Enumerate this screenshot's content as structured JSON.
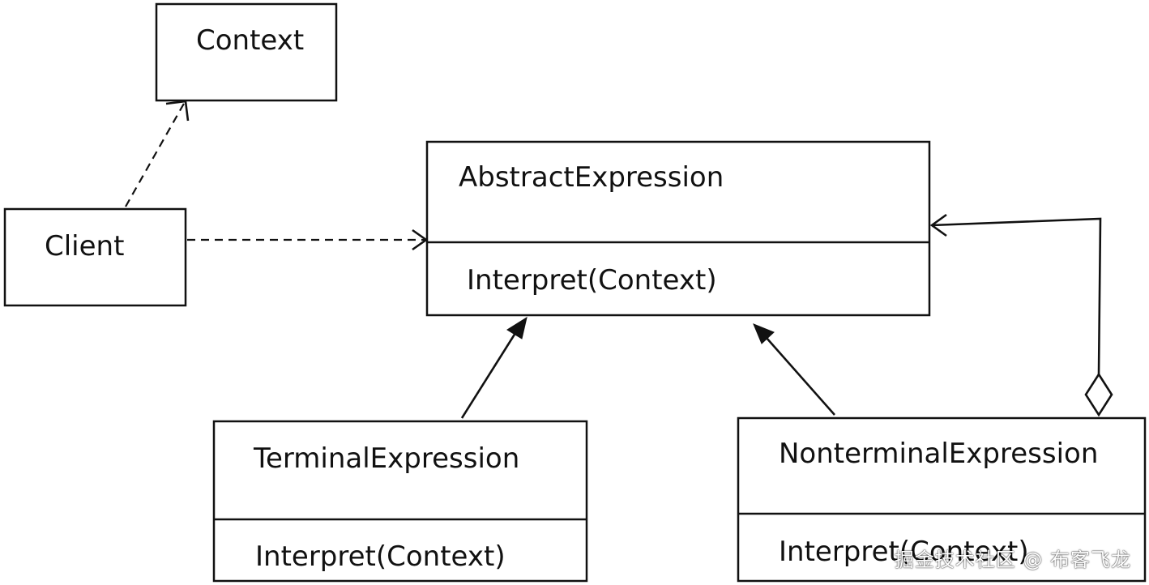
{
  "classes": {
    "context": {
      "name": "Context"
    },
    "client": {
      "name": "Client"
    },
    "abstract_expression": {
      "name": "AbstractExpression",
      "method": "Interpret(Context)"
    },
    "terminal_expression": {
      "name": "TerminalExpression",
      "method": "Interpret(Context)"
    },
    "nonterminal_expression": {
      "name": "NonterminalExpression",
      "method": "Interpret(Context)"
    }
  },
  "relationships": [
    {
      "from": "Client",
      "to": "Context",
      "kind": "dependency"
    },
    {
      "from": "Client",
      "to": "AbstractExpression",
      "kind": "dependency"
    },
    {
      "from": "TerminalExpression",
      "to": "AbstractExpression",
      "kind": "inheritance"
    },
    {
      "from": "NonterminalExpression",
      "to": "AbstractExpression",
      "kind": "inheritance"
    },
    {
      "from": "NonterminalExpression",
      "to": "AbstractExpression",
      "kind": "aggregation"
    }
  ],
  "watermark": "掘金技术社区 @ 布客飞龙"
}
